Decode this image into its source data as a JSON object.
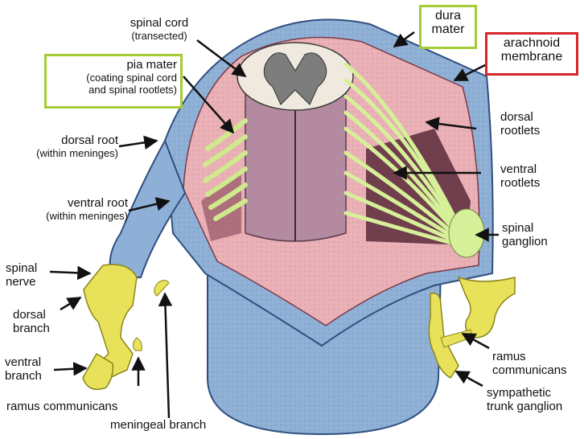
{
  "colors": {
    "dura": "#7f9fc7",
    "dura_dark": "#3f5f8f",
    "arachnoid": "#e8a7ae",
    "pia_inner": "#b48aa0",
    "cord": "#efe9df",
    "grey_matter": "#6b6b6b",
    "rootlets": "#d6f09a",
    "nerve": "#e8e25a",
    "dark_interior": "#5a2a3a",
    "highlight_green": "#a4cc35",
    "highlight_red": "#d7262b"
  },
  "labels": {
    "spinal_cord": "spinal cord",
    "spinal_cord_sub": "(transected)",
    "dura_mater_1": "dura",
    "dura_mater_2": "mater",
    "arachnoid_1": "arachnoid",
    "arachnoid_2": "membrane",
    "pia_mater": "pia mater",
    "pia_mater_sub1": "(coating spinal cord",
    "pia_mater_sub2": "and spinal rootlets)",
    "dorsal_root": "dorsal root",
    "dorsal_root_sub": "(within meninges)",
    "ventral_root": "ventral root",
    "ventral_root_sub": "(within meninges)",
    "spinal_nerve_1": "spinal",
    "spinal_nerve_2": "nerve",
    "dorsal_branch_1": "dorsal",
    "dorsal_branch_2": "branch",
    "ventral_branch_1": "ventral",
    "ventral_branch_2": "branch",
    "ramus_communicans_left": "ramus communicans",
    "meningeal_branch": "meningeal branch",
    "dorsal_rootlets_1": "dorsal",
    "dorsal_rootlets_2": "rootlets",
    "ventral_rootlets_1": "ventral",
    "ventral_rootlets_2": "rootlets",
    "spinal_ganglion_1": "spinal",
    "spinal_ganglion_2": "ganglion",
    "ramus_communicans_r1": "ramus",
    "ramus_communicans_r2": "communicans",
    "sympathetic_1": "sympathetic",
    "sympathetic_2": "trunk ganglion"
  }
}
